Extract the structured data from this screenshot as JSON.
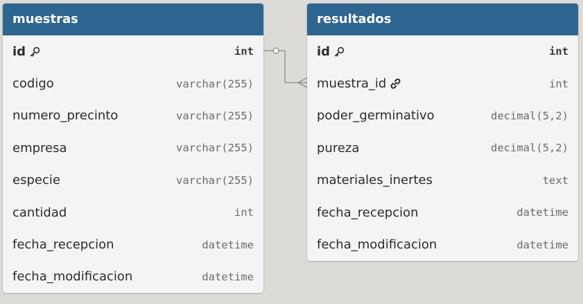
{
  "tables": [
    {
      "name": "muestras",
      "fields": [
        {
          "name": "id",
          "type": "int",
          "pk": true,
          "icon": "key-icon"
        },
        {
          "name": "codigo",
          "type": "varchar(255)"
        },
        {
          "name": "numero_precinto",
          "type": "varchar(255)"
        },
        {
          "name": "empresa",
          "type": "varchar(255)"
        },
        {
          "name": "especie",
          "type": "varchar(255)"
        },
        {
          "name": "cantidad",
          "type": "int"
        },
        {
          "name": "fecha_recepcion",
          "type": "datetime"
        },
        {
          "name": "fecha_modificacion",
          "type": "datetime"
        }
      ]
    },
    {
      "name": "resultados",
      "fields": [
        {
          "name": "id",
          "type": "int",
          "pk": true,
          "icon": "key-icon"
        },
        {
          "name": "muestra_id",
          "type": "int",
          "fk": true,
          "icon": "link-icon"
        },
        {
          "name": "poder_germinativo",
          "type": "decimal(5,2)"
        },
        {
          "name": "pureza",
          "type": "decimal(5,2)"
        },
        {
          "name": "materiales_inertes",
          "type": "text"
        },
        {
          "name": "fecha_recepcion",
          "type": "datetime"
        },
        {
          "name": "fecha_modificacion",
          "type": "datetime"
        }
      ]
    }
  ],
  "relationships": [
    {
      "from_table": "muestras",
      "from_field": "id",
      "to_table": "resultados",
      "to_field": "muestra_id",
      "cardinality": "one-to-many"
    }
  ],
  "colors": {
    "background": "#dcdbd7",
    "header": "#2f6591",
    "header_text": "#ffffff",
    "table_body": "#f4f4f5",
    "connector": "#8a8a8a"
  }
}
